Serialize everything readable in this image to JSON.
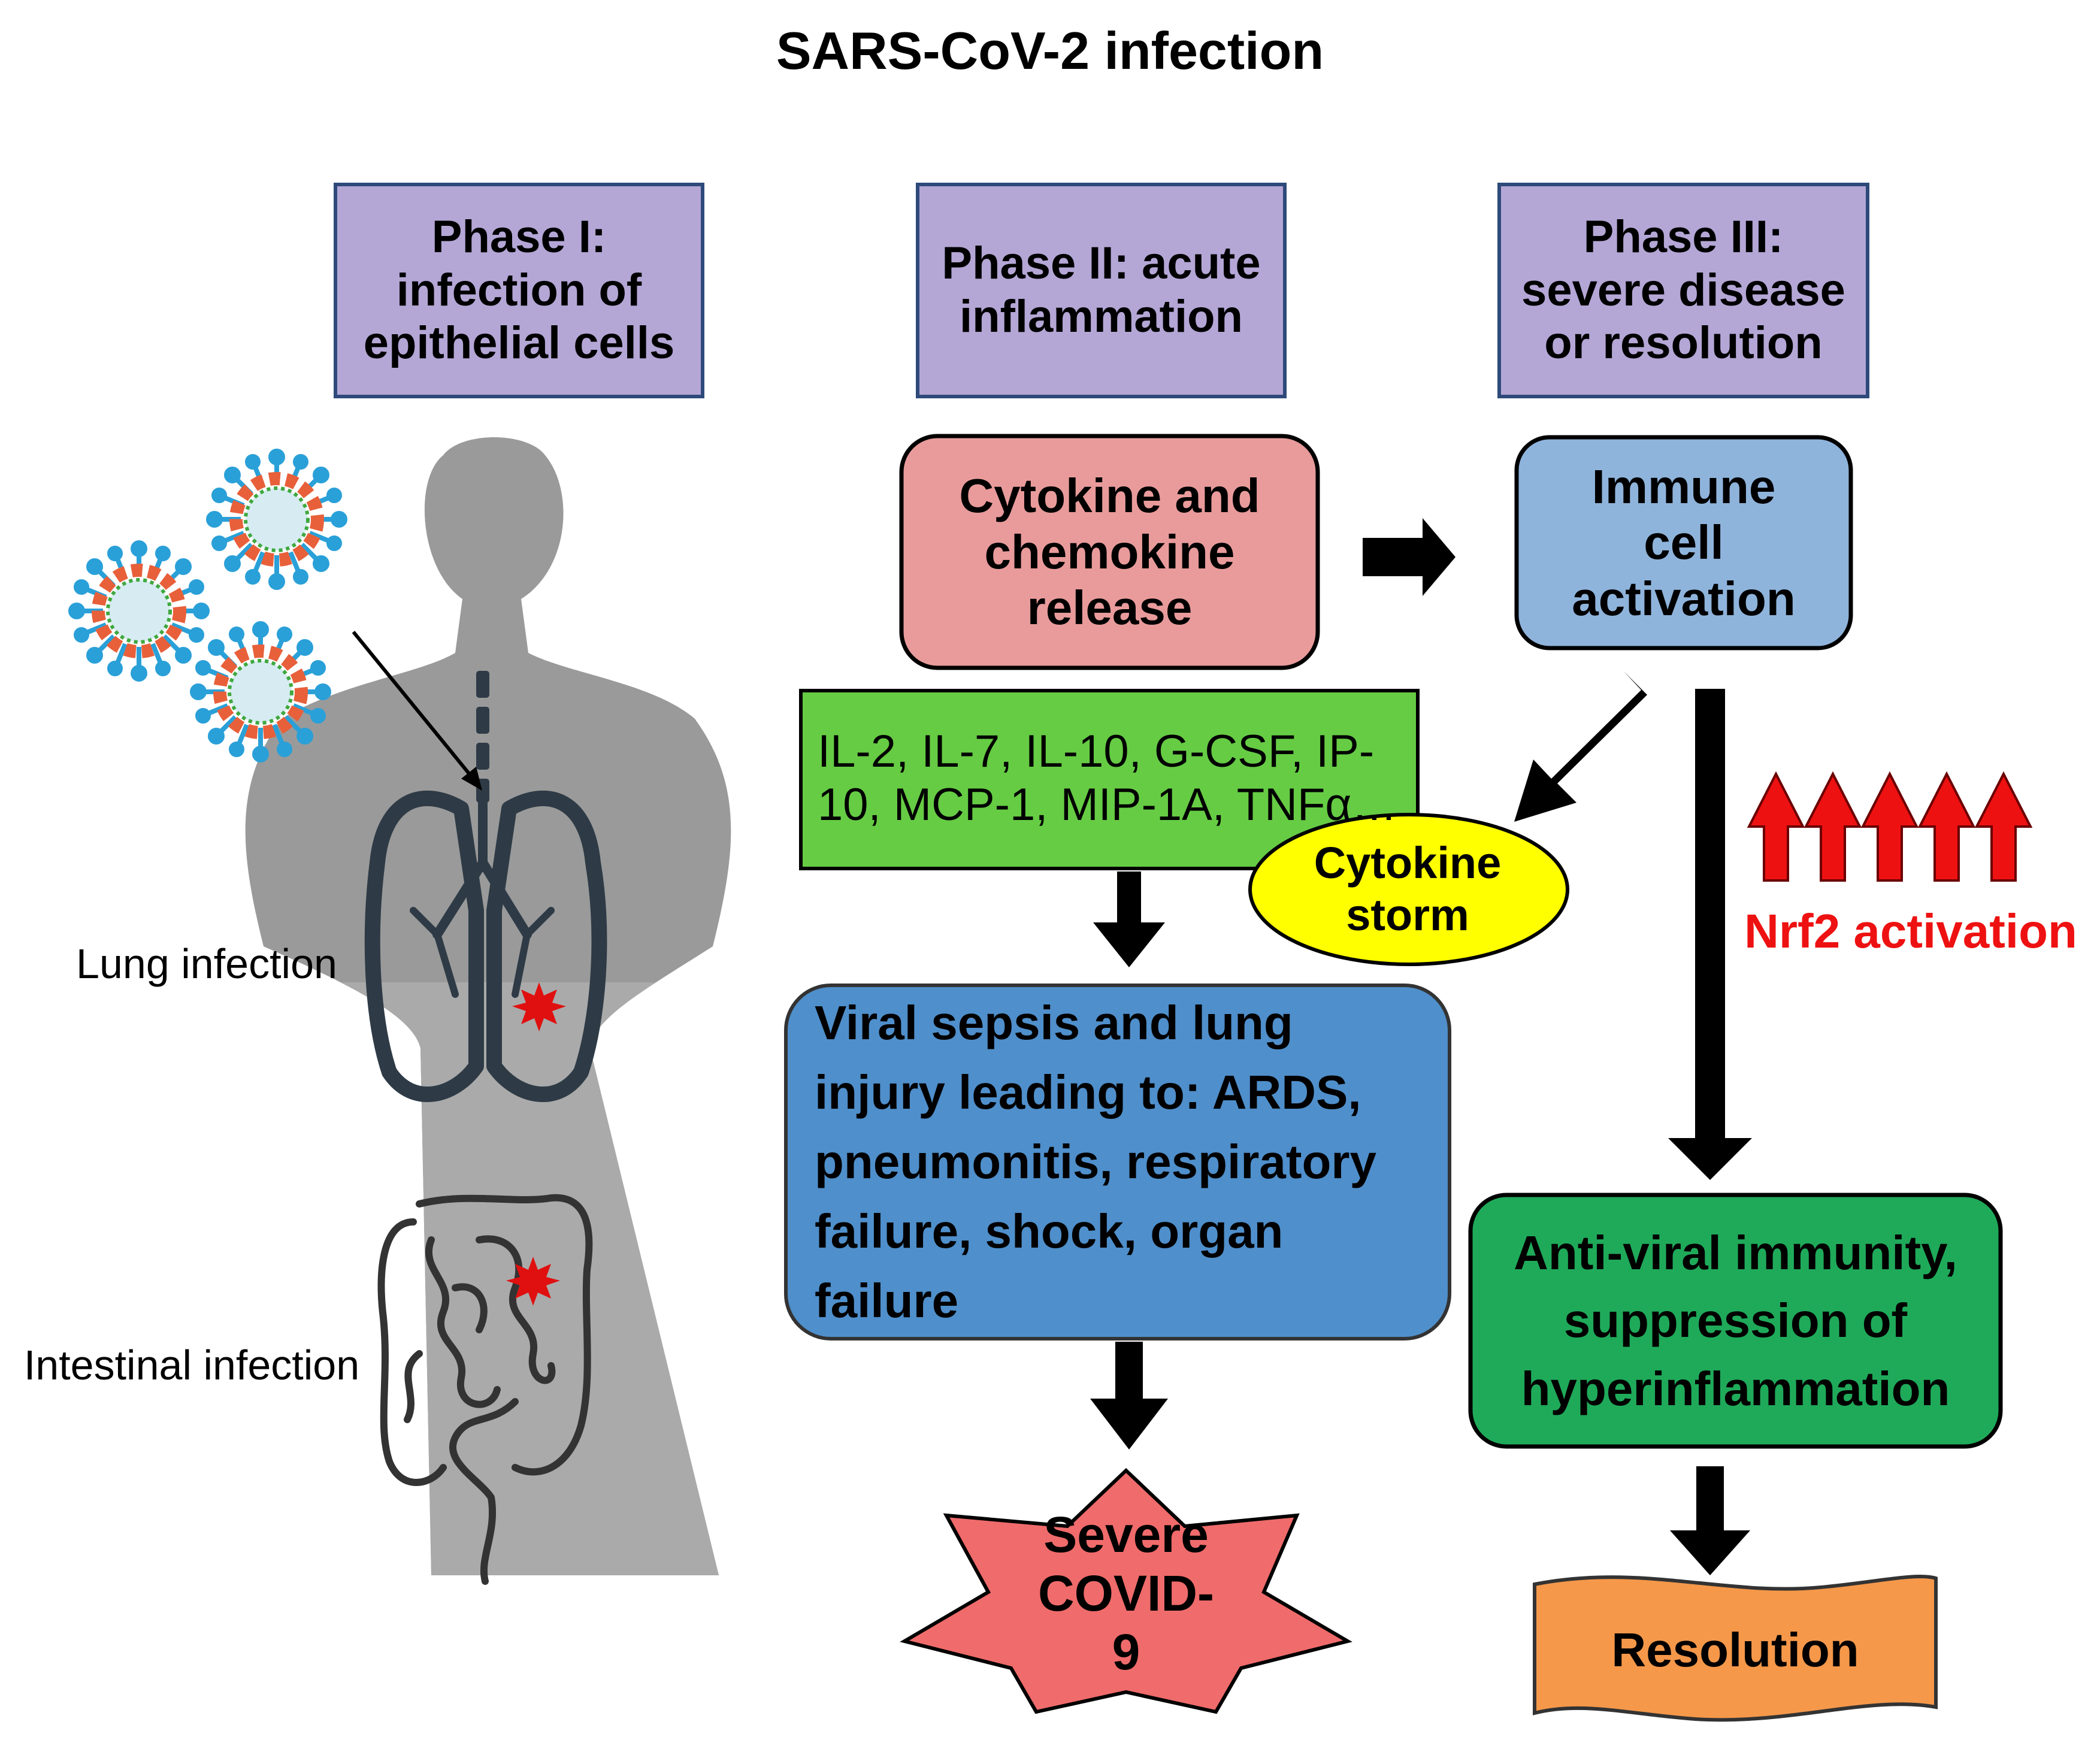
{
  "title": "SARS-CoV-2 infection",
  "phases": [
    {
      "label": "Phase I: infection of epithelial cells"
    },
    {
      "label": "Phase II: acute inflammation"
    },
    {
      "label": "Phase III: severe disease or resolution"
    }
  ],
  "nodes": {
    "cytokine_release": "Cytokine and chemokine release",
    "immune_activation": "Immune cell activation",
    "cytokine_list": "IL-2, IL-7, IL-10, G-CSF, IP-10, MCP-1, MIP-1A, TNFα…",
    "cytokine_storm": "Cytokine storm",
    "viral_sepsis": "Viral sepsis and lung injury leading to: ARDS, pneumonitis, respiratory failure, shock, organ failure",
    "severe_covid": "Severe COVID-9",
    "antiviral": "Anti-viral immunity, suppression of hyperinflammation",
    "resolution": "Resolution",
    "nrf2": "Nrf2 activation"
  },
  "body_labels": {
    "lung": "Lung infection",
    "intestine": "Intestinal infection"
  },
  "colors": {
    "phase_fill": "#b4a7d6",
    "phase_border": "#2e4a7a",
    "cytokine_release_fill": "#e99b9b",
    "immune_fill": "#8fb4dc",
    "cytokine_list_fill": "#66cc44",
    "storm_fill": "#ffff00",
    "sepsis_fill": "#4f8fcb",
    "severe_fill": "#f06b6b",
    "antiviral_fill": "#1faa5a",
    "resolution_fill": "#f5984a",
    "nrf2_color": "#ee1111",
    "body_color": "#9a9a9a"
  }
}
